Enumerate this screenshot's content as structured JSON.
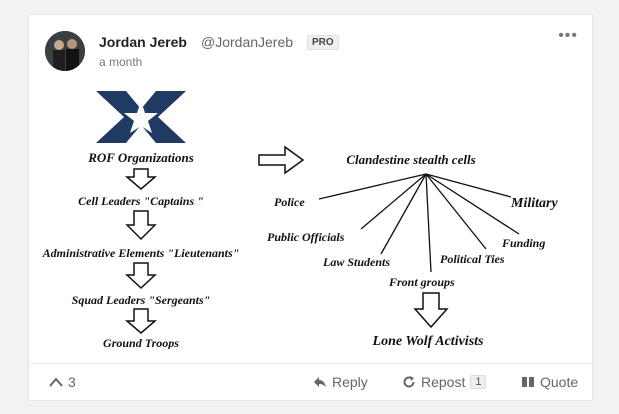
{
  "post": {
    "author_name": "Jordan Jereb",
    "author_handle": "@JordanJereb",
    "badge": "PRO",
    "timestamp": "a month",
    "more_icon": "ellipsis-icon"
  },
  "diagram": {
    "left": [
      "ROF Organizations",
      "Cell Leaders \"Captains \"",
      "Administrative Elements \"Lieutenants\"",
      "Squad Leaders \"Sergeants\"",
      "Ground Troops"
    ],
    "center": "Clandestine stealth cells",
    "spokes": [
      "Police",
      "Public Officials",
      "Law Students",
      "Front groups",
      "Political Ties",
      "Funding",
      "Military"
    ],
    "bottom": "Lone Wolf Activists",
    "logo_colors": {
      "dark": "#1f3b63",
      "star": "#ffffff"
    }
  },
  "footer": {
    "upvote_icon": "chevron-up-icon",
    "upvote_count": "3",
    "reply_icon": "reply-icon",
    "reply_label": "Reply",
    "repost_icon": "repost-icon",
    "repost_label": "Repost",
    "repost_count": "1",
    "quote_icon": "quote-icon",
    "quote_label": "Quote"
  }
}
